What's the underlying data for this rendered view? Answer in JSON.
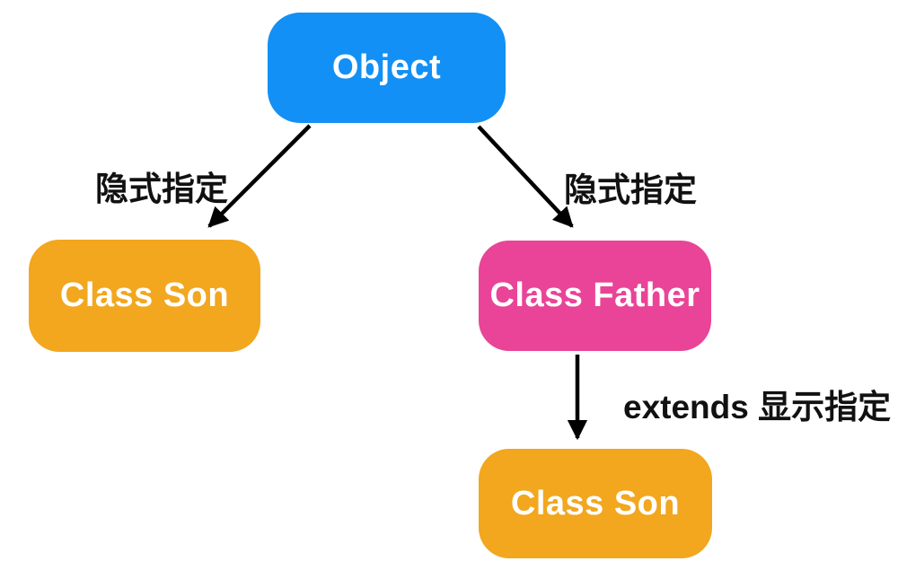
{
  "diagram": {
    "type": "inheritance-flow",
    "background_color": "#FFFFFF",
    "nodes": [
      {
        "id": "object",
        "label": "Object",
        "color": "#1290F5",
        "text_color": "#FFFFFF"
      },
      {
        "id": "class-son-left",
        "label": "Class Son",
        "color": "#F2A71E",
        "text_color": "#FFFFFF"
      },
      {
        "id": "class-father",
        "label": "Class Father",
        "color": "#E94497",
        "text_color": "#FFFFFF"
      },
      {
        "id": "class-son-bottom",
        "label": "Class Son",
        "color": "#F2A71E",
        "text_color": "#FFFFFF"
      }
    ],
    "edges": [
      {
        "from": "object",
        "to": "class-son-left",
        "label": "隐式指定"
      },
      {
        "from": "object",
        "to": "class-father",
        "label": "隐式指定"
      },
      {
        "from": "class-father",
        "to": "class-son-bottom",
        "label": "extends 显示指定"
      }
    ],
    "arrow_color": "#000000"
  }
}
